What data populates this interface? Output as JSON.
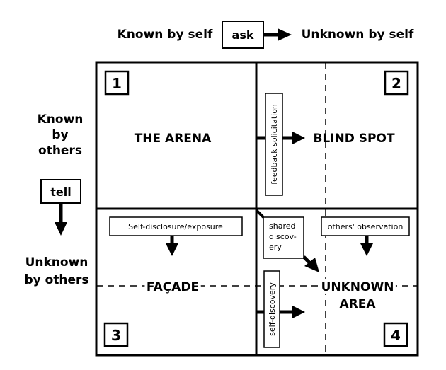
{
  "header": {
    "known_by_self": "Known by self",
    "ask": "ask",
    "unknown_by_self": "Unknown by self"
  },
  "side": {
    "known_line1": "Known",
    "known_line2": "by",
    "known_line3": "others",
    "tell": "tell",
    "unknown_line1": "Unknown",
    "unknown_line2": "by others"
  },
  "quadrants": {
    "q1_number": "1",
    "q1_label": "THE ARENA",
    "q2_number": "2",
    "q2_label": "BLIND SPOT",
    "q3_number": "3",
    "q3_label": "FAÇADE",
    "q4_number": "4",
    "q4_label_line1": "UNKNOWN",
    "q4_label_line2": "AREA"
  },
  "process_boxes": {
    "feedback": "feedback solicitation",
    "self_disclosure": "Self-disclosure/exposure",
    "others_observation": "others' observation",
    "shared_line1": "shared",
    "shared_line2": "discov-",
    "shared_line3": "ery",
    "self_discovery": "self-discovery"
  }
}
